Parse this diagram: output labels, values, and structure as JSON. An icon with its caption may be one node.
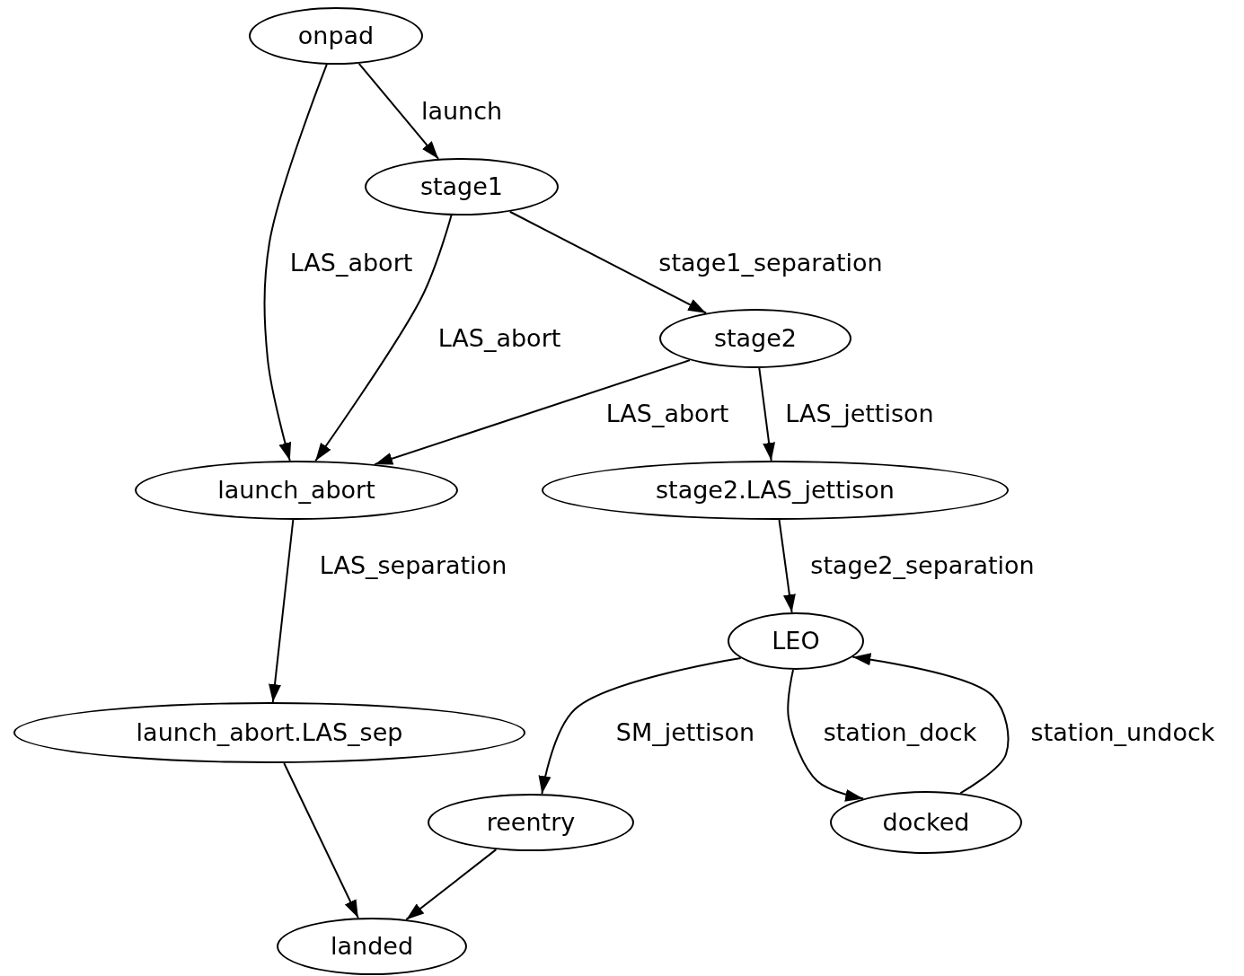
{
  "diagram": {
    "nodes": [
      {
        "text": [
          "onpad"
        ]
      },
      {
        "text": [
          "stage1"
        ]
      },
      {
        "text": [
          "stage2"
        ]
      },
      {
        "text": [
          "launch_abort"
        ]
      },
      {
        "text": [
          "stage2.LAS_jettison"
        ]
      },
      {
        "text": [
          "LEO"
        ]
      },
      {
        "text": [
          "launch_abort.LAS_sep"
        ]
      },
      {
        "text": [
          "reentry"
        ]
      },
      {
        "text": [
          "docked"
        ]
      },
      {
        "text": [
          "landed"
        ]
      }
    ],
    "edges": [
      {
        "from": 0,
        "to": 1,
        "arrow": "to",
        "label": "launch"
      },
      {
        "from": 0,
        "to": 3,
        "arrow": "to",
        "label": "LAS_abort"
      },
      {
        "from": 1,
        "to": 2,
        "arrow": "to",
        "label": "stage1_separation"
      },
      {
        "from": 1,
        "to": 3,
        "arrow": "to",
        "label": "LAS_abort"
      },
      {
        "from": 2,
        "to": 3,
        "arrow": "to",
        "label": "LAS_abort"
      },
      {
        "from": 2,
        "to": 4,
        "arrow": "to",
        "label": "LAS_jettison"
      },
      {
        "from": 3,
        "to": 6,
        "arrow": "to",
        "label": "LAS_separation"
      },
      {
        "from": 4,
        "to": 5,
        "arrow": "to",
        "label": "stage2_separation"
      },
      {
        "from": 5,
        "to": 7,
        "arrow": "to",
        "label": "SM_jettison"
      },
      {
        "from": 5,
        "to": 8,
        "arrow": "to",
        "label": "station_dock"
      },
      {
        "from": 8,
        "to": 5,
        "arrow": "to",
        "label": "station_undock"
      },
      {
        "from": 6,
        "to": 9,
        "arrow": "to"
      },
      {
        "from": 7,
        "to": 9,
        "arrow": "to"
      }
    ]
  }
}
